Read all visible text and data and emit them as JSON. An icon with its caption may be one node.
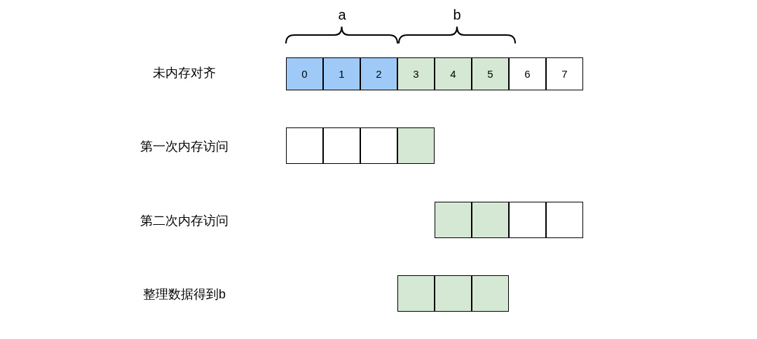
{
  "diagram": {
    "nodes": [
      {
        "text": [
          "0"
        ]
      },
      {
        "text": [
          "1"
        ]
      },
      {
        "text": [
          "2"
        ]
      },
      {
        "text": [
          "3"
        ]
      },
      {
        "text": [
          "4"
        ]
      },
      {
        "text": [
          "5"
        ]
      },
      {
        "text": [
          "6"
        ]
      },
      {
        "text": [
          "7"
        ]
      },
      {
        "text": [],
        "shape": "box"
      },
      {
        "text": [],
        "shape": "box"
      },
      {
        "text": [],
        "shape": "box"
      },
      {
        "text": [],
        "shape": "box"
      },
      {
        "text": [],
        "shape": "box"
      },
      {
        "text": [],
        "shape": "box"
      },
      {
        "text": [],
        "shape": "box"
      },
      {
        "text": [],
        "shape": "box"
      },
      {
        "text": [],
        "shape": "box"
      },
      {
        "text": [],
        "shape": "box"
      },
      {
        "text": [],
        "shape": "box"
      }
    ],
    "labels": [
      "a",
      "b",
      "未内存对齐",
      "第一次内存访问",
      "第二次内存访问",
      "整理数据得到b"
    ]
  }
}
